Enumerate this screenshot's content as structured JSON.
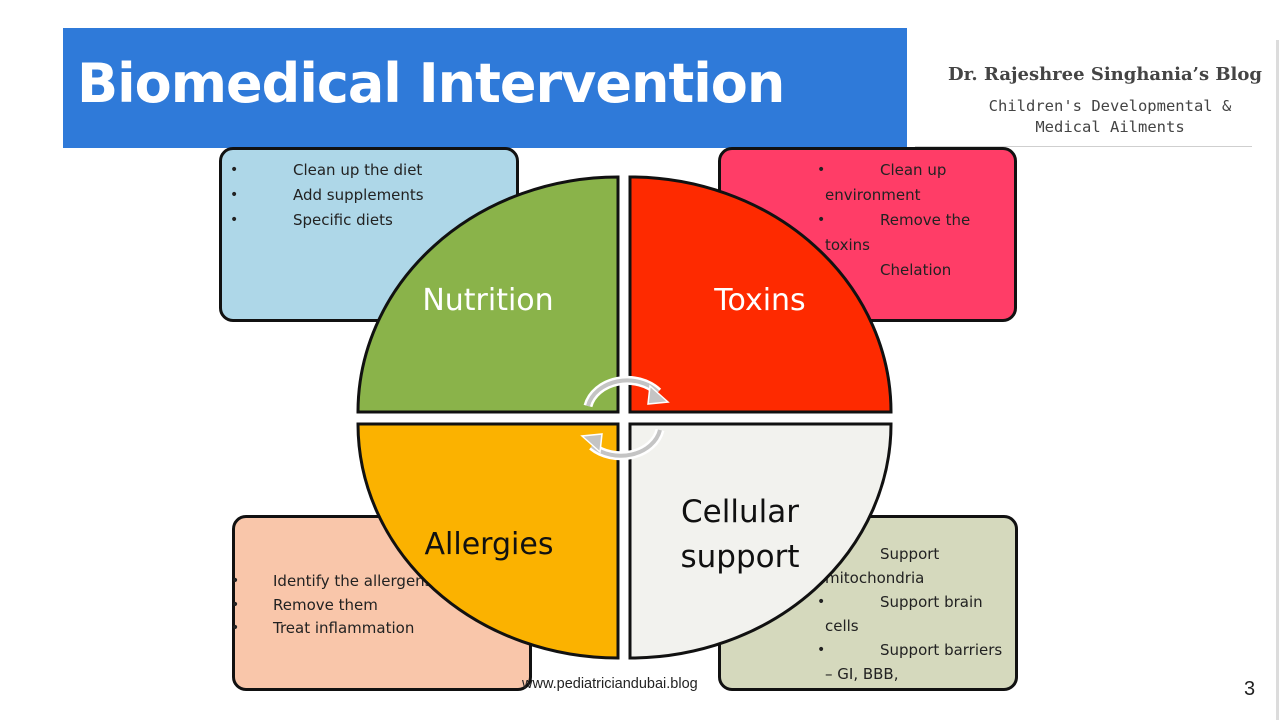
{
  "title": "Biomedical Intervention",
  "blog": {
    "name": "Dr. Rajeshree Singhania’s Blog",
    "subtitle_line1": "Children's Developmental &",
    "subtitle_line2": "Medical Ailments"
  },
  "quadrants": {
    "nutrition": {
      "label": "Nutrition",
      "color": "#8ab34a",
      "bullets": [
        "Clean up the diet",
        "Add supplements",
        "Specific diets"
      ]
    },
    "toxins": {
      "label": "Toxins",
      "color": "#fe2a00",
      "bullets": [
        "Clean up environment",
        "Remove the toxins",
        "Chelation"
      ]
    },
    "allergies": {
      "label": "Allergies",
      "color": "#fbb200",
      "bullets": [
        "Identify the allergens",
        "Remove them",
        "Treat inflammation"
      ]
    },
    "cellular": {
      "label_line1": "Cellular",
      "label_line2": "support",
      "color": "#f2f2ee",
      "bullets": [
        "Support mitochondria",
        "Support brain cells",
        "Support barriers – GI, BBB,"
      ]
    }
  },
  "footer": {
    "url": "www.pediatriciandubai.blog",
    "page_number": "3"
  }
}
